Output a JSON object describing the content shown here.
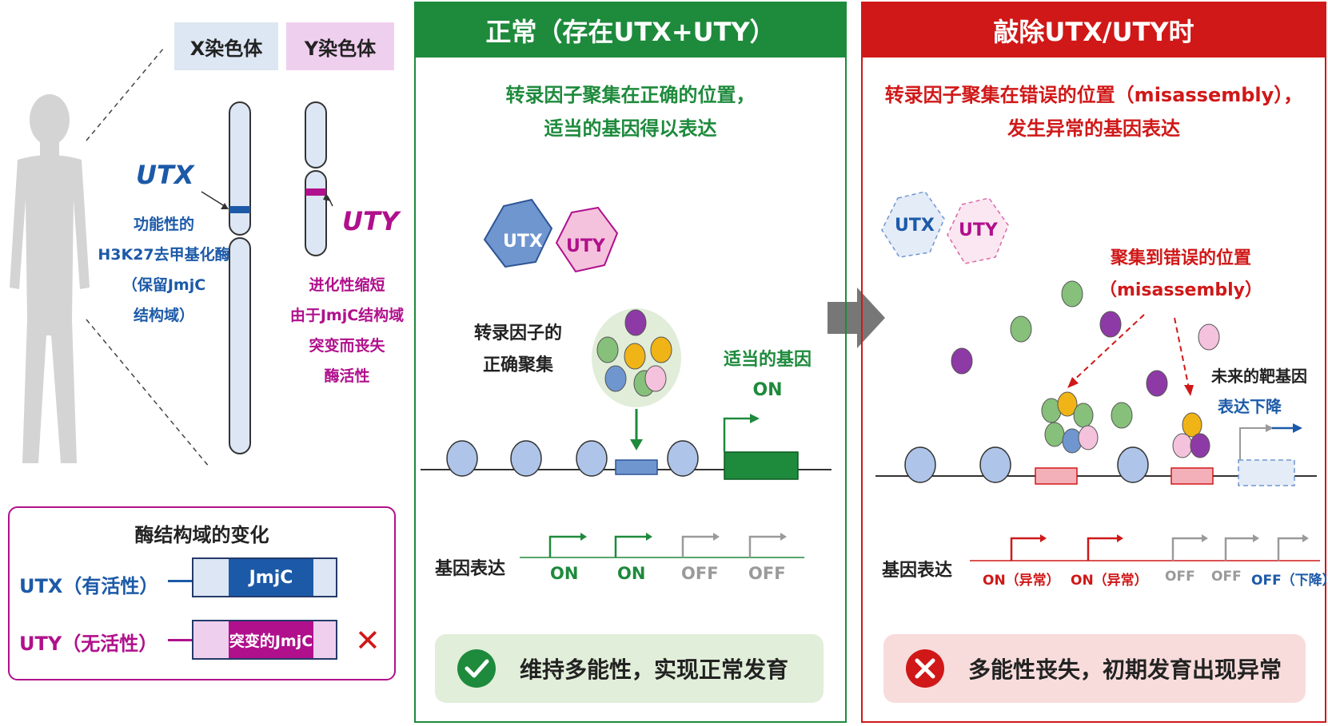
{
  "colors": {
    "green": "#1e8a3c",
    "red": "#d01818",
    "blue": "#1c5aa8",
    "magenta": "#b0108c",
    "gray_off": "#9a9a9a"
  },
  "chromosomes": {
    "x_tag": "X染色体",
    "y_tag": "Y染色体",
    "utx_name": "UTX",
    "utx_desc": [
      "功能性的",
      "H3K27去甲基化酶",
      "（保留JmjC",
      "结构域）"
    ],
    "uty_name": "UTY",
    "uty_desc": [
      "进化性缩短",
      "由于JmjC结构域",
      "突变而丧失",
      "酶活性"
    ]
  },
  "domain_box": {
    "title": "酶结构域的变化",
    "utx_label": "UTX（有活性）",
    "utx_domain": "JmjC",
    "uty_label": "UTY（无活性）",
    "uty_domain": "突变的JmjC",
    "cross_mark": "✕"
  },
  "normal_panel": {
    "header": "正常（存在UTX+UTY）",
    "caption_lines": [
      "转录因子聚集在正确的位置，",
      "适当的基因得以表达"
    ],
    "utx_hex": "UTX",
    "uty_hex": "UTY",
    "tf_label_lines": [
      "转录因子的",
      "正确聚集"
    ],
    "gene_label_lines": [
      "适当的基因",
      "ON"
    ],
    "expr_label": "基因表达",
    "expr_states": [
      "ON",
      "ON",
      "OFF",
      "OFF"
    ],
    "result": "维持多能性，实现正常发育"
  },
  "ko_panel": {
    "header": "敲除UTX/UTY时",
    "caption_lines": [
      "转录因子聚集在错误的位置（misassembly），",
      "发生异常的基因表达"
    ],
    "utx_hex": "UTX",
    "uty_hex": "UTY",
    "mis_label_lines": [
      "聚集到错误的位置",
      "（misassembly）"
    ],
    "target_label_lines": [
      "未来的靶基因",
      "表达下降"
    ],
    "expr_label": "基因表达",
    "expr_states": [
      "ON（异常）",
      "ON（异常）",
      "OFF",
      "OFF",
      "OFF（下降）"
    ],
    "result": "多能性丧失，初期发育出现异常"
  }
}
